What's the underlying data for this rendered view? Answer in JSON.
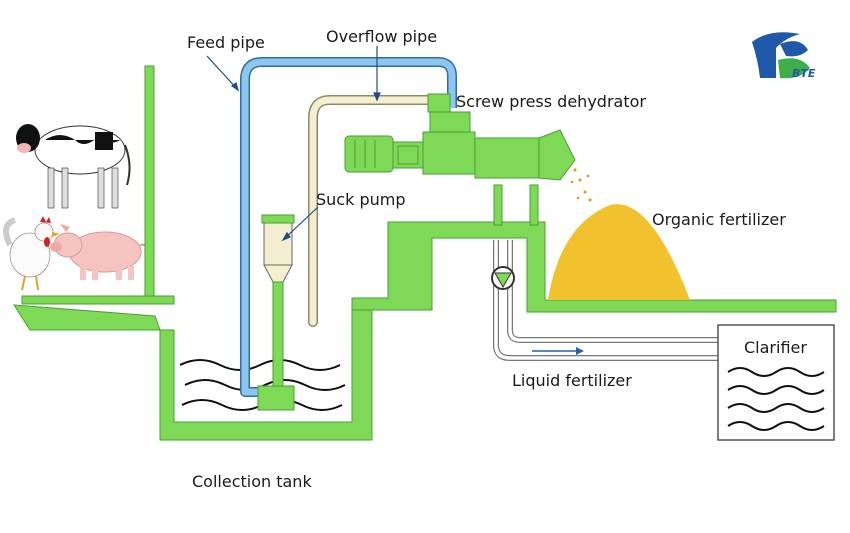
{
  "labels": {
    "feed_pipe": "Feed pipe",
    "overflow_pipe": "Overflow pipe",
    "screw_press": "Screw press dehydrator",
    "suck_pump": "Suck pump",
    "organic_fertilizer": "Organic fertilizer",
    "clarifier": "Clarifier",
    "liquid_fertilizer": "Liquid fertilizer",
    "collection_tank": "Collection tank"
  },
  "logo": {
    "text": "BTE"
  },
  "colors": {
    "structure_green": "#7ed957",
    "green_outline": "#4a9e33",
    "feed_pipe_blue": "#5fa8e0",
    "overflow_pipe_cream": "#f4efd0",
    "fertilizer_yellow": "#f2c22e",
    "logo_blue": "#1e5aa8",
    "logo_green": "#3fae49"
  },
  "icons": [
    "cow-icon",
    "pig-icon",
    "chicken-icon",
    "bte-logo",
    "pump-valve-icon"
  ]
}
